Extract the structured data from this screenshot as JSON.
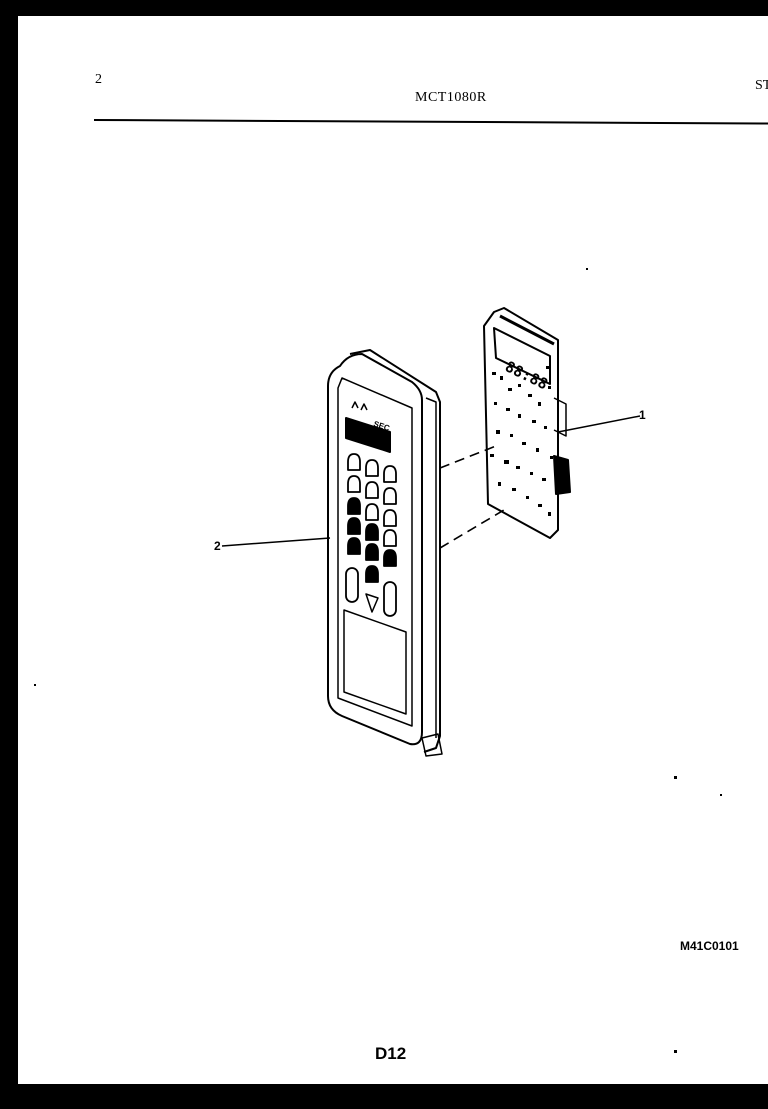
{
  "header": {
    "page_number": "2",
    "model_number": "MCT1080R",
    "corner_text": "ST"
  },
  "callouts": [
    {
      "label": "1",
      "part": "control board"
    },
    {
      "label": "2",
      "part": "control panel"
    }
  ],
  "panel_markings": {
    "top_right": "SEC"
  },
  "board_display": "88:88",
  "footer": {
    "diagram_code": "M41C0101",
    "page_code": "D12"
  }
}
